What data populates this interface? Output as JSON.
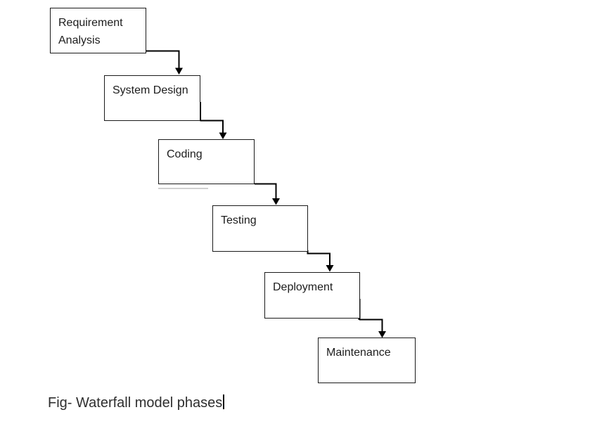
{
  "diagram": {
    "type": "waterfall-flowchart",
    "phases": [
      {
        "label": "Requirement Analysis"
      },
      {
        "label": "System Design"
      },
      {
        "label": "Coding"
      },
      {
        "label": "Testing"
      },
      {
        "label": "Deployment"
      },
      {
        "label": "Maintenance"
      }
    ],
    "flow_order": "top-left to bottom-right, each phase connected to the next by an elbow arrow pointing down",
    "colors": {
      "background": "#ffffff",
      "box_border": "#1a1a1a",
      "box_fill": "#ffffff",
      "connector_line": "#000000",
      "label_text": "#1c1c1c",
      "caption_text": "#2e2e2e"
    }
  },
  "caption": {
    "text": "Fig- Waterfall model phases",
    "has_text_caret": true
  }
}
